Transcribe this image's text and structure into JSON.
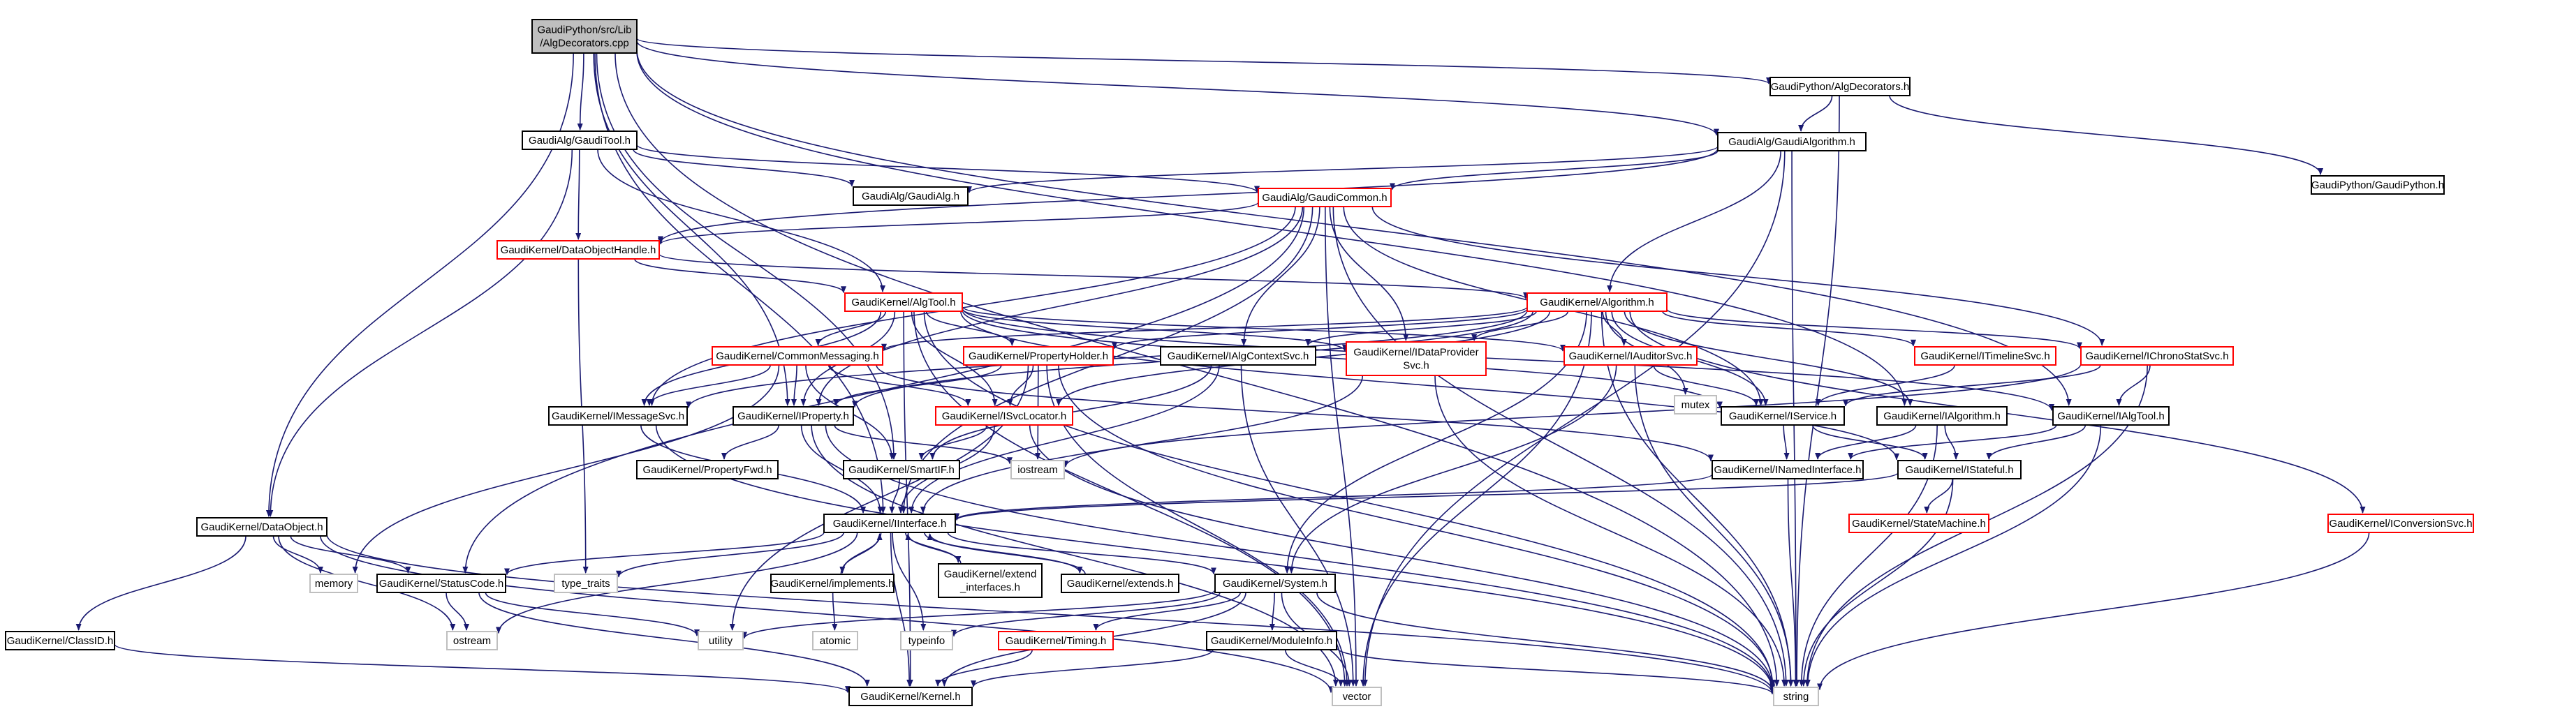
{
  "colors": {
    "background": "#ffffff",
    "edge": "#191970",
    "node_border": "#000000",
    "node_border_incomplete": "#ff0000",
    "node_border_external": "#bfbfbf",
    "node_fill": "#ffffff",
    "root_fill": "#bfbfbf",
    "text": "#000000"
  },
  "nodes": [
    {
      "id": "root",
      "label": [
        "GaudiPython/src/Lib",
        "/AlgDecorators.cpp"
      ],
      "kind": "root"
    },
    {
      "id": "gp_algdec",
      "label": [
        "GaudiPython/AlgDecorators.h"
      ],
      "kind": "normal"
    },
    {
      "id": "gp_gaudipython",
      "label": [
        "GaudiPython/GaudiPython.h"
      ],
      "kind": "normal"
    },
    {
      "id": "gaudialg_tool",
      "label": [
        "GaudiAlg/GaudiTool.h"
      ],
      "kind": "normal"
    },
    {
      "id": "gaudialg_algorithm",
      "label": [
        "GaudiAlg/GaudiAlgorithm.h"
      ],
      "kind": "normal"
    },
    {
      "id": "gaudialg_alg",
      "label": [
        "GaudiAlg/GaudiAlg.h"
      ],
      "kind": "normal"
    },
    {
      "id": "gaudialg_common",
      "label": [
        "GaudiAlg/GaudiCommon.h"
      ],
      "kind": "incomplete"
    },
    {
      "id": "gk_dataobjecthandle",
      "label": [
        "GaudiKernel/DataObjectHandle.h"
      ],
      "kind": "incomplete"
    },
    {
      "id": "gk_algtool",
      "label": [
        "GaudiKernel/AlgTool.h"
      ],
      "kind": "incomplete"
    },
    {
      "id": "gk_algorithm",
      "label": [
        "GaudiKernel/Algorithm.h"
      ],
      "kind": "incomplete"
    },
    {
      "id": "gk_commonmessaging",
      "label": [
        "GaudiKernel/CommonMessaging.h"
      ],
      "kind": "incomplete"
    },
    {
      "id": "gk_propertyholder",
      "label": [
        "GaudiKernel/PropertyHolder.h"
      ],
      "kind": "incomplete"
    },
    {
      "id": "gk_ialgcontextsvc",
      "label": [
        "GaudiKernel/IAlgContextSvc.h"
      ],
      "kind": "normal"
    },
    {
      "id": "gk_dataprovidersvc",
      "label": [
        "GaudiKernel/IDataProvider",
        "Svc.h"
      ],
      "kind": "incomplete"
    },
    {
      "id": "gk_iauditorsvc",
      "label": [
        "GaudiKernel/IAuditorSvc.h"
      ],
      "kind": "incomplete"
    },
    {
      "id": "mutex",
      "label": [
        "mutex"
      ],
      "kind": "external"
    },
    {
      "id": "gk_itimelinesvc",
      "label": [
        "GaudiKernel/ITimelineSvc.h"
      ],
      "kind": "incomplete"
    },
    {
      "id": "gk_ichronostatsvc",
      "label": [
        "GaudiKernel/IChronoStatSvc.h"
      ],
      "kind": "incomplete"
    },
    {
      "id": "gk_imessagesvc",
      "label": [
        "GaudiKernel/IMessageSvc.h"
      ],
      "kind": "normal"
    },
    {
      "id": "gk_iproperty",
      "label": [
        "GaudiKernel/IProperty.h"
      ],
      "kind": "normal"
    },
    {
      "id": "gk_isvclocator",
      "label": [
        "GaudiKernel/ISvcLocator.h"
      ],
      "kind": "incomplete"
    },
    {
      "id": "gk_iservice",
      "label": [
        "GaudiKernel/IService.h"
      ],
      "kind": "normal"
    },
    {
      "id": "gk_ialgorithm",
      "label": [
        "GaudiKernel/IAlgorithm.h"
      ],
      "kind": "normal"
    },
    {
      "id": "gk_ialgtool",
      "label": [
        "GaudiKernel/IAlgTool.h"
      ],
      "kind": "normal"
    },
    {
      "id": "gk_propertyfwd",
      "label": [
        "GaudiKernel/PropertyFwd.h"
      ],
      "kind": "normal"
    },
    {
      "id": "gk_smartif",
      "label": [
        "GaudiKernel/SmartIF.h"
      ],
      "kind": "normal"
    },
    {
      "id": "iostream",
      "label": [
        "iostream"
      ],
      "kind": "external"
    },
    {
      "id": "gk_inamedinterface",
      "label": [
        "GaudiKernel/INamedInterface.h"
      ],
      "kind": "normal"
    },
    {
      "id": "gk_istateful",
      "label": [
        "GaudiKernel/IStateful.h"
      ],
      "kind": "normal"
    },
    {
      "id": "gk_dataobject",
      "label": [
        "GaudiKernel/DataObject.h"
      ],
      "kind": "normal"
    },
    {
      "id": "gk_iinterface",
      "label": [
        "GaudiKernel/IInterface.h"
      ],
      "kind": "normal"
    },
    {
      "id": "gk_statemachine",
      "label": [
        "GaudiKernel/StateMachine.h"
      ],
      "kind": "incomplete"
    },
    {
      "id": "gk_iconversionsvc",
      "label": [
        "GaudiKernel/IConversionSvc.h"
      ],
      "kind": "incomplete"
    },
    {
      "id": "memory",
      "label": [
        "memory"
      ],
      "kind": "external"
    },
    {
      "id": "gk_statuscode",
      "label": [
        "GaudiKernel/StatusCode.h"
      ],
      "kind": "normal"
    },
    {
      "id": "type_traits",
      "label": [
        "type_traits"
      ],
      "kind": "external"
    },
    {
      "id": "gk_implements",
      "label": [
        "GaudiKernel/implements.h"
      ],
      "kind": "normal"
    },
    {
      "id": "gk_extend_interfaces",
      "label": [
        "GaudiKernel/extend",
        "_interfaces.h"
      ],
      "kind": "normal"
    },
    {
      "id": "gk_extends",
      "label": [
        "GaudiKernel/extends.h"
      ],
      "kind": "normal"
    },
    {
      "id": "gk_system",
      "label": [
        "GaudiKernel/System.h"
      ],
      "kind": "normal"
    },
    {
      "id": "gk_classid",
      "label": [
        "GaudiKernel/ClassID.h"
      ],
      "kind": "normal"
    },
    {
      "id": "ostream",
      "label": [
        "ostream"
      ],
      "kind": "external"
    },
    {
      "id": "utility",
      "label": [
        "utility"
      ],
      "kind": "external"
    },
    {
      "id": "atomic",
      "label": [
        "atomic"
      ],
      "kind": "external"
    },
    {
      "id": "typeinfo",
      "label": [
        "typeinfo"
      ],
      "kind": "external"
    },
    {
      "id": "gk_timing",
      "label": [
        "GaudiKernel/Timing.h"
      ],
      "kind": "incomplete"
    },
    {
      "id": "gk_moduleinfo",
      "label": [
        "GaudiKernel/ModuleInfo.h"
      ],
      "kind": "normal"
    },
    {
      "id": "gk_kernel",
      "label": [
        "GaudiKernel/Kernel.h"
      ],
      "kind": "normal"
    },
    {
      "id": "vector",
      "label": [
        "vector"
      ],
      "kind": "external"
    },
    {
      "id": "string",
      "label": [
        "string"
      ],
      "kind": "external"
    }
  ],
  "edges": [
    [
      "root",
      "gp_algdec"
    ],
    [
      "root",
      "gaudialg_tool"
    ],
    [
      "root",
      "gaudialg_algorithm"
    ],
    [
      "root",
      "gk_dataobject"
    ],
    [
      "root",
      "gk_iinterface"
    ],
    [
      "root",
      "gk_iproperty"
    ],
    [
      "root",
      "gk_ialgtool"
    ],
    [
      "root",
      "gk_ialgorithm"
    ],
    [
      "root",
      "gk_smartif"
    ],
    [
      "root",
      "string"
    ],
    [
      "gp_algdec",
      "gaudialg_algorithm"
    ],
    [
      "gp_algdec",
      "gp_gaudipython"
    ],
    [
      "gp_algdec",
      "string"
    ],
    [
      "gaudialg_tool",
      "gaudialg_alg"
    ],
    [
      "gaudialg_tool",
      "gaudialg_common"
    ],
    [
      "gaudialg_tool",
      "gk_dataobjecthandle"
    ],
    [
      "gaudialg_tool",
      "gk_algtool"
    ],
    [
      "gaudialg_tool",
      "gk_dataobject"
    ],
    [
      "gaudialg_algorithm",
      "gaudialg_alg"
    ],
    [
      "gaudialg_algorithm",
      "gaudialg_common"
    ],
    [
      "gaudialg_algorithm",
      "gk_dataobjecthandle"
    ],
    [
      "gaudialg_algorithm",
      "gk_algorithm"
    ],
    [
      "gaudialg_algorithm",
      "vector"
    ],
    [
      "gaudialg_algorithm",
      "string"
    ],
    [
      "gaudialg_common",
      "gk_dataobjecthandle"
    ],
    [
      "gaudialg_common",
      "gk_ialgcontextsvc"
    ],
    [
      "gaudialg_common",
      "gk_dataprovidersvc"
    ],
    [
      "gaudialg_common",
      "gk_ichronostatsvc"
    ],
    [
      "gaudialg_common",
      "gk_statuscode"
    ],
    [
      "gaudialg_common",
      "gk_iinterface"
    ],
    [
      "gaudialg_common",
      "gk_imessagesvc"
    ],
    [
      "gaudialg_common",
      "gk_iproperty"
    ],
    [
      "gaudialg_common",
      "gk_iservice"
    ],
    [
      "gaudialg_common",
      "vector"
    ],
    [
      "gaudialg_common",
      "string"
    ],
    [
      "gk_dataobjecthandle",
      "gk_algorithm"
    ],
    [
      "gk_dataobjecthandle",
      "gk_algtool"
    ],
    [
      "gk_dataobjecthandle",
      "type_traits"
    ],
    [
      "gk_algtool",
      "gk_commonmessaging"
    ],
    [
      "gk_algtool",
      "gk_propertyholder"
    ],
    [
      "gk_algtool",
      "gk_dataprovidersvc"
    ],
    [
      "gk_algtool",
      "gk_iauditorsvc"
    ],
    [
      "gk_algtool",
      "gk_imessagesvc"
    ],
    [
      "gk_algtool",
      "gk_iproperty"
    ],
    [
      "gk_algtool",
      "gk_isvclocator"
    ],
    [
      "gk_algtool",
      "gk_iservice"
    ],
    [
      "gk_algtool",
      "gk_ialgtool"
    ],
    [
      "gk_algtool",
      "gk_istateful"
    ],
    [
      "gk_algtool",
      "gk_kernel"
    ],
    [
      "gk_algtool",
      "string"
    ],
    [
      "gk_algtool",
      "vector"
    ],
    [
      "gk_algorithm",
      "gk_commonmessaging"
    ],
    [
      "gk_algorithm",
      "gk_propertyholder"
    ],
    [
      "gk_algorithm",
      "gk_ialgcontextsvc"
    ],
    [
      "gk_algorithm",
      "gk_dataprovidersvc"
    ],
    [
      "gk_algorithm",
      "gk_iauditorsvc"
    ],
    [
      "gk_algorithm",
      "mutex"
    ],
    [
      "gk_algorithm",
      "gk_itimelinesvc"
    ],
    [
      "gk_algorithm",
      "gk_ichronostatsvc"
    ],
    [
      "gk_algorithm",
      "gk_iconversionsvc"
    ],
    [
      "gk_algorithm",
      "gk_imessagesvc"
    ],
    [
      "gk_algorithm",
      "gk_iproperty"
    ],
    [
      "gk_algorithm",
      "gk_isvclocator"
    ],
    [
      "gk_algorithm",
      "gk_iservice"
    ],
    [
      "gk_algorithm",
      "gk_ialgorithm"
    ],
    [
      "gk_algorithm",
      "gk_system"
    ],
    [
      "gk_algorithm",
      "vector"
    ],
    [
      "gk_algorithm",
      "string"
    ],
    [
      "gk_commonmessaging",
      "gk_imessagesvc"
    ],
    [
      "gk_commonmessaging",
      "gk_iproperty"
    ],
    [
      "gk_commonmessaging",
      "gk_isvclocator"
    ],
    [
      "gk_commonmessaging",
      "gk_smartif"
    ],
    [
      "gk_commonmessaging",
      "gk_inamedinterface"
    ],
    [
      "gk_commonmessaging",
      "memory"
    ],
    [
      "gk_propertyholder",
      "gk_iproperty"
    ],
    [
      "gk_propertyholder",
      "gk_isvclocator"
    ],
    [
      "gk_propertyholder",
      "iostream"
    ],
    [
      "gk_propertyholder",
      "utility"
    ],
    [
      "gk_propertyholder",
      "vector"
    ],
    [
      "gk_propertyholder",
      "string"
    ],
    [
      "gk_ialgcontextsvc",
      "gk_iinterface"
    ],
    [
      "gk_ialgcontextsvc",
      "gk_smartif"
    ],
    [
      "gk_ialgcontextsvc",
      "vector"
    ],
    [
      "gk_dataprovidersvc",
      "gk_iinterface"
    ],
    [
      "gk_dataprovidersvc",
      "string"
    ],
    [
      "gk_iauditorsvc",
      "gk_iservice"
    ],
    [
      "gk_iauditorsvc",
      "gk_system"
    ],
    [
      "gk_iauditorsvc",
      "string"
    ],
    [
      "gk_itimelinesvc",
      "gk_iservice"
    ],
    [
      "gk_ichronostatsvc",
      "gk_iservice"
    ],
    [
      "gk_ichronostatsvc",
      "gk_ialgtool"
    ],
    [
      "gk_ichronostatsvc",
      "iostream"
    ],
    [
      "gk_ichronostatsvc",
      "string"
    ],
    [
      "gk_imessagesvc",
      "gk_iinterface"
    ],
    [
      "gk_imessagesvc",
      "string"
    ],
    [
      "gk_iproperty",
      "gk_propertyfwd"
    ],
    [
      "gk_iproperty",
      "gk_iinterface"
    ],
    [
      "gk_iproperty",
      "iostream"
    ],
    [
      "gk_iproperty",
      "string"
    ],
    [
      "gk_iproperty",
      "vector"
    ],
    [
      "gk_isvclocator",
      "gk_smartif"
    ],
    [
      "gk_isvclocator",
      "gk_iinterface"
    ],
    [
      "gk_isvclocator",
      "string"
    ],
    [
      "gk_iservice",
      "gk_inamedinterface"
    ],
    [
      "gk_iservice",
      "gk_istateful"
    ],
    [
      "gk_ialgorithm",
      "gk_inamedinterface"
    ],
    [
      "gk_ialgorithm",
      "gk_istateful"
    ],
    [
      "gk_ialgorithm",
      "string"
    ],
    [
      "gk_ialgtool",
      "gk_inamedinterface"
    ],
    [
      "gk_ialgtool",
      "gk_istateful"
    ],
    [
      "gk_ialgtool",
      "string"
    ],
    [
      "gk_smartif",
      "gk_iinterface"
    ],
    [
      "gk_inamedinterface",
      "gk_iinterface"
    ],
    [
      "gk_inamedinterface",
      "string"
    ],
    [
      "gk_istateful",
      "gk_iinterface"
    ],
    [
      "gk_istateful",
      "gk_statemachine"
    ],
    [
      "gk_istateful",
      "string"
    ],
    [
      "gk_iconversionsvc",
      "string"
    ],
    [
      "gk_dataobject",
      "gk_classid"
    ],
    [
      "gk_dataobject",
      "gk_statuscode"
    ],
    [
      "gk_dataobject",
      "memory"
    ],
    [
      "gk_dataobject",
      "ostream"
    ],
    [
      "gk_dataobject",
      "string"
    ],
    [
      "gk_dataobject",
      "vector"
    ],
    [
      "gk_iinterface",
      "gk_statuscode"
    ],
    [
      "gk_iinterface",
      "type_traits"
    ],
    [
      "gk_iinterface",
      "gk_implements"
    ],
    [
      "gk_iinterface",
      "gk_extend_interfaces"
    ],
    [
      "gk_iinterface",
      "gk_extends"
    ],
    [
      "gk_iinterface",
      "gk_system"
    ],
    [
      "gk_iinterface",
      "ostream"
    ],
    [
      "gk_iinterface",
      "typeinfo"
    ],
    [
      "gk_iinterface",
      "gk_kernel"
    ],
    [
      "gk_implements",
      "gk_iinterface"
    ],
    [
      "gk_implements",
      "atomic"
    ],
    [
      "gk_extend_interfaces",
      "gk_iinterface"
    ],
    [
      "gk_extends",
      "gk_iinterface"
    ],
    [
      "gk_statuscode",
      "ostream"
    ],
    [
      "gk_statuscode",
      "utility"
    ],
    [
      "gk_statuscode",
      "gk_kernel"
    ],
    [
      "gk_system",
      "utility"
    ],
    [
      "gk_system",
      "typeinfo"
    ],
    [
      "gk_system",
      "gk_timing"
    ],
    [
      "gk_system",
      "gk_moduleinfo"
    ],
    [
      "gk_system",
      "gk_kernel"
    ],
    [
      "gk_system",
      "vector"
    ],
    [
      "gk_system",
      "string"
    ],
    [
      "gk_timing",
      "gk_kernel"
    ],
    [
      "gk_moduleinfo",
      "gk_kernel"
    ],
    [
      "gk_moduleinfo",
      "vector"
    ],
    [
      "gk_moduleinfo",
      "string"
    ],
    [
      "gk_classid",
      "gk_kernel"
    ]
  ]
}
